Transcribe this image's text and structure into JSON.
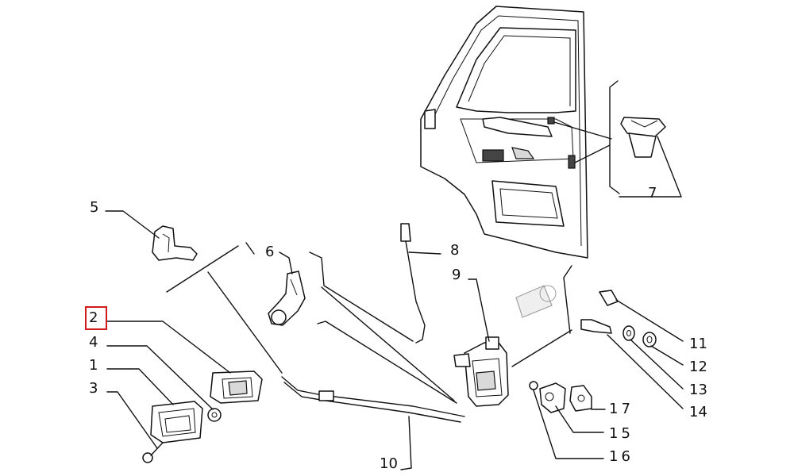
{
  "callouts": [
    {
      "id": "1",
      "label": "1"
    },
    {
      "id": "2",
      "label": "2",
      "highlighted": true
    },
    {
      "id": "3",
      "label": "3"
    },
    {
      "id": "4",
      "label": "4"
    },
    {
      "id": "5",
      "label": "5"
    },
    {
      "id": "6",
      "label": "6"
    },
    {
      "id": "7",
      "label": "7"
    },
    {
      "id": "8",
      "label": "8"
    },
    {
      "id": "9",
      "label": "9"
    },
    {
      "id": "10",
      "label": "10"
    },
    {
      "id": "11",
      "label": "11"
    },
    {
      "id": "12",
      "label": "12"
    },
    {
      "id": "13",
      "label": "13"
    },
    {
      "id": "14",
      "label": "14"
    },
    {
      "id": "15",
      "label": "15"
    },
    {
      "id": "16",
      "label": "16"
    },
    {
      "id": "17",
      "label": "17"
    }
  ],
  "highlight_color": "#d11a1a",
  "line_color": "#111111"
}
